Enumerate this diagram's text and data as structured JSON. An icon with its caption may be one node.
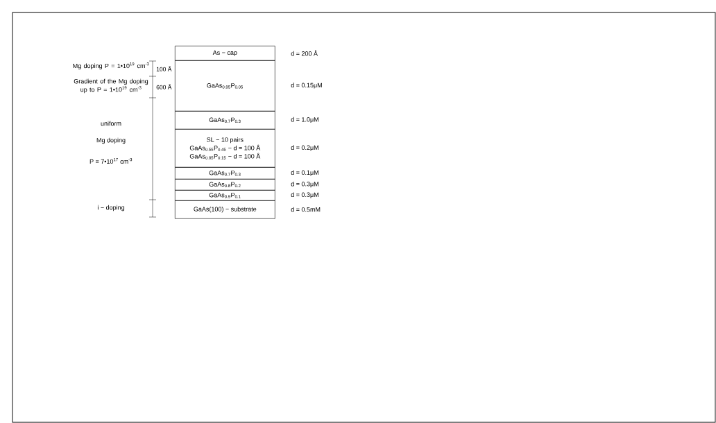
{
  "diagram": {
    "nodes": [
      {
        "text": [
          "As − cap"
        ],
        "beside": [
          "d = 200 Å"
        ]
      },
      {
        "text": [
          "GaAs$_{0.95}$P$_{0.05}$"
        ],
        "beside": [
          "d = 0.15μM"
        ]
      },
      {
        "text": [
          "GaAs$_{0.7}$P$_{0.3}$"
        ],
        "beside": [
          "d = 1.0μM"
        ]
      },
      {
        "text": [
          "SL − 10 pairs",
          "GaAs$_{0.55}$P$_{0.45}$ − d = 100 Å",
          "GaAs$_{0.85}$P$_{0.15}$ − d = 100 Å"
        ],
        "beside": [
          "d = 0.2μM"
        ]
      },
      {
        "text": [
          "GaAs$_{0.7}$P$_{0.3}$"
        ],
        "beside": [
          "d = 0.1μM"
        ]
      },
      {
        "text": [
          "GaAs$_{0.8}$P$_{0.2}$"
        ],
        "beside": [
          "d = 0.3μM"
        ]
      },
      {
        "text": [
          "GaAs$_{0.9}$P$_{0.1}$"
        ],
        "beside": [
          "d = 0.3μM"
        ]
      },
      {
        "text": [
          "GaAs(100) − substrate"
        ],
        "beside": [
          "d = 0.5mM"
        ]
      }
    ],
    "labels": [
      "Mg doping P = 1•10$^{19}$ cm$^{-3}$",
      "100 Å",
      "Gradient of the Mg doping up to P = 1•10$^{19}$ cm$^{-3}$",
      "600 Å",
      "uniform",
      "Mg doping",
      "P = 7•10$^{17}$ cm$^{-3}$",
      "i − doping"
    ]
  }
}
